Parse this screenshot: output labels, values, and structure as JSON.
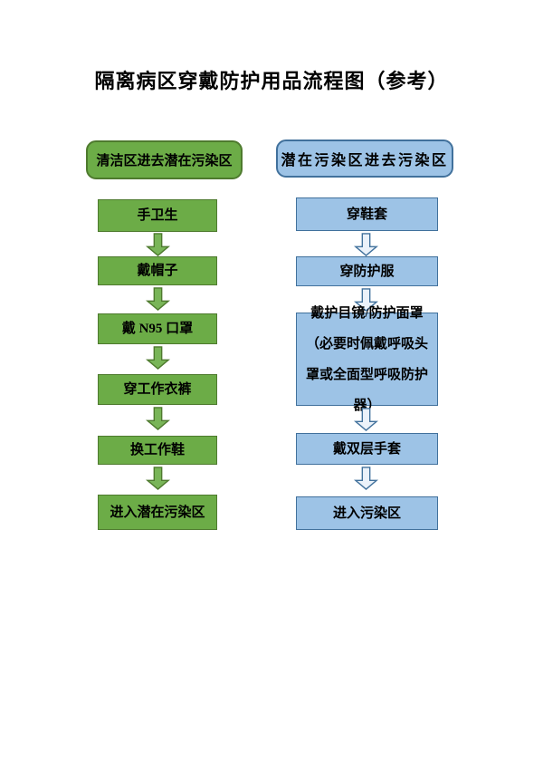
{
  "title": "隔离病区穿戴防护用品流程图（参考）",
  "left_flow": {
    "header": "清洁区进去潜在污染区",
    "colors": {
      "fill": "#6CAC47",
      "border": "#4E7A2E",
      "arrow_fill": "#79B558",
      "arrow_border": "#4E7A2E"
    },
    "steps": [
      "手卫生",
      "戴帽子",
      "戴 N95 口罩",
      "穿工作衣裤",
      "换工作鞋",
      "进入潜在污染区"
    ]
  },
  "right_flow": {
    "header": "潜在污染区进去污染区",
    "colors": {
      "fill": "#9DC3E6",
      "border": "#41719C",
      "arrow_fill": "#EBF2FA",
      "arrow_border": "#41719C"
    },
    "steps": [
      "穿鞋套",
      "穿防护服",
      "戴护目镜/防护面罩（必要时佩戴呼吸头罩或全面型呼吸防护器）",
      "戴双层手套",
      "进入污染区"
    ]
  }
}
